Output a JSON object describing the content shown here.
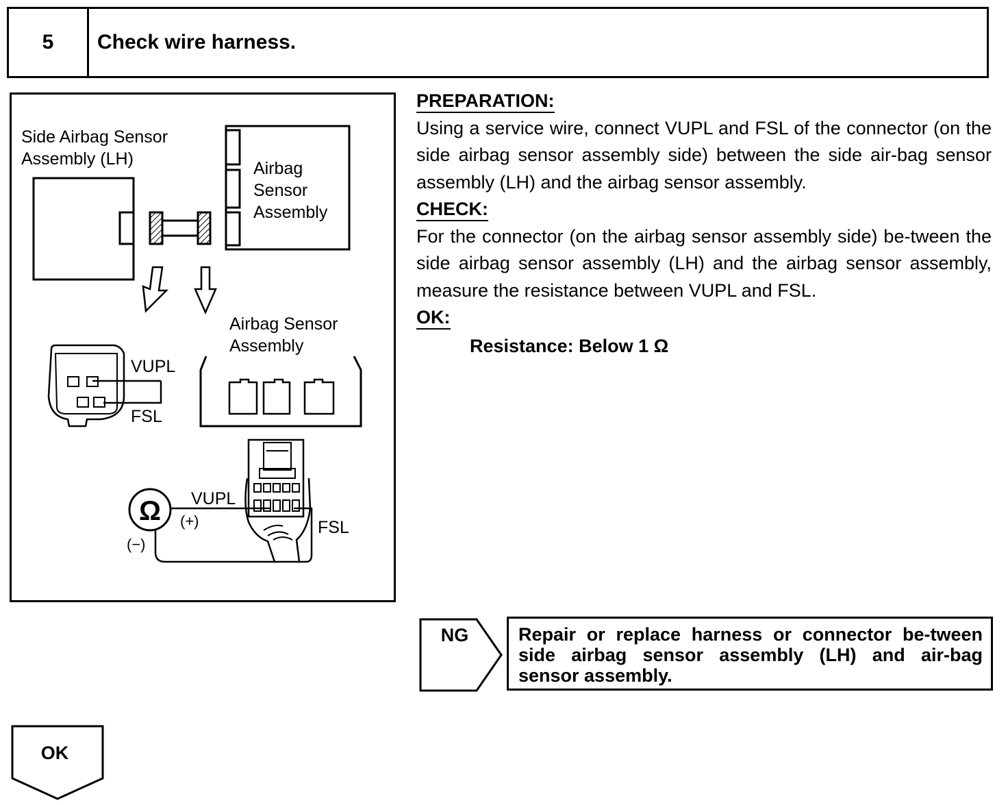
{
  "step": {
    "number": "5",
    "title": "Check wire harness."
  },
  "diagram": {
    "side_sensor_label": [
      "Side Airbag Sensor",
      "Assembly (LH)"
    ],
    "airbag_sensor_label": [
      "Airbag",
      "Sensor",
      "Assembly"
    ],
    "airbag_sensor_label_2": [
      "Airbag Sensor",
      "Assembly"
    ],
    "vupl": "VUPL",
    "fsl": "FSL",
    "vupl_2": "VUPL",
    "fsl_2": "FSL",
    "ohm_symbol": "Ω",
    "plus": "(+)",
    "minus": "(−)"
  },
  "instructions": {
    "preparation_heading": "PREPARATION:",
    "preparation_text": "Using a service wire, connect VUPL and FSL of the connector (on the side airbag sensor assembly side) between the side air-bag sensor assembly (LH) and the airbag sensor assembly.",
    "check_heading": "CHECK:",
    "check_text": "For the connector (on the airbag sensor assembly side) be-tween the side airbag sensor assembly (LH) and the airbag sensor assembly, measure the resistance between VUPL and FSL.",
    "ok_heading": "OK:",
    "ok_value": "Resistance: Below 1 Ω"
  },
  "results": {
    "ng_label": "NG",
    "ng_action": "Repair or replace harness or connector be-tween side airbag sensor assembly (LH) and air-bag sensor assembly.",
    "ok_label": "OK"
  }
}
